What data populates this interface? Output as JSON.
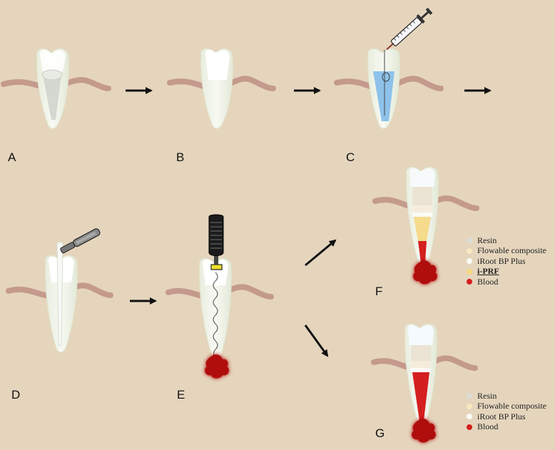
{
  "panels": {
    "A": "A",
    "B": "B",
    "C": "C",
    "D": "D",
    "E": "E",
    "F": "F",
    "G": "G"
  },
  "legend_f": [
    {
      "label": "Resin",
      "color": "#dcdcd4",
      "emphasis": false
    },
    {
      "label": "Flowable composite",
      "color": "#f7e8c0",
      "emphasis": false
    },
    {
      "label": "iRoot BP Plus",
      "color": "#fbfbf6",
      "emphasis": false
    },
    {
      "label": "i-PRF",
      "color": "#f5d780",
      "emphasis": true
    },
    {
      "label": "Blood",
      "color": "#d41f1f",
      "emphasis": false
    }
  ],
  "legend_g": [
    {
      "label": "Resin",
      "color": "#dcdcd4",
      "emphasis": false
    },
    {
      "label": "Flowable composite",
      "color": "#f7e8c0",
      "emphasis": false
    },
    {
      "label": "iRoot BP Plus",
      "color": "#fbfbf6",
      "emphasis": false
    },
    {
      "label": "Blood",
      "color": "#d41f1f",
      "emphasis": false
    }
  ],
  "colors": {
    "background": "#e5d5bd",
    "gum": "#c49a8c",
    "tooth": "#eef3e6",
    "crown": "#ffffff",
    "irrigant": "#8ec2ea",
    "blood": "#c81515"
  }
}
